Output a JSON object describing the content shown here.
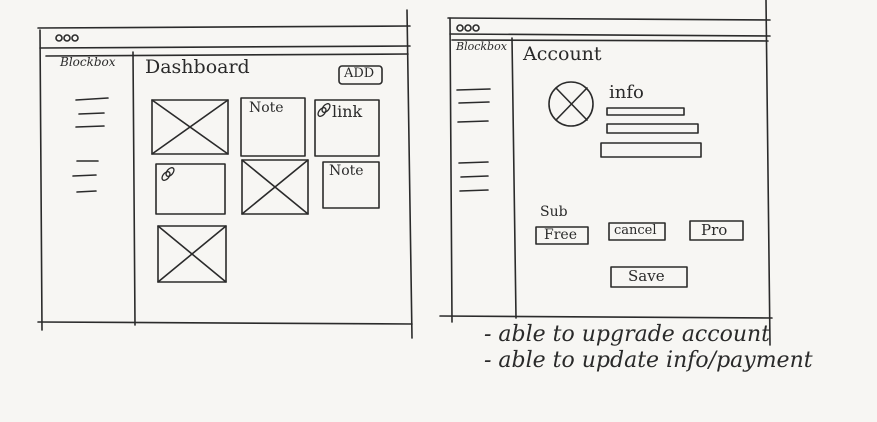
{
  "sketch1": {
    "logo": "Blockbox",
    "title": "Dashboard",
    "add_button": "ADD",
    "tiles": {
      "note1": "Note",
      "link": "link",
      "note2": "Note"
    }
  },
  "sketch2": {
    "logo": "Blockbox",
    "title": "Account",
    "info_label": "info",
    "sub_label": "Sub",
    "plans": [
      "Free",
      "cancel",
      "Pro"
    ],
    "save_button": "Save"
  },
  "notes": [
    "- able to upgrade account",
    "- able to update info/payment"
  ]
}
